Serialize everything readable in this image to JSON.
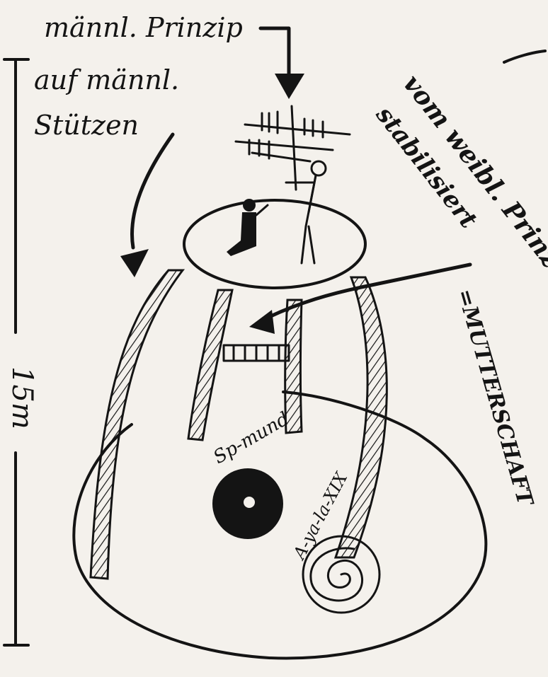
{
  "annotations": {
    "male_principle_line1": "männl. Prinzip",
    "male_principle_line2": "auf männl.",
    "male_principle_line3": "Stützen",
    "female_principle_line1": "vom weibl. Prinzip",
    "female_principle_line2": "stabilisiert",
    "womb_line": "=MUTTERSCHAFT",
    "height_label": "15m",
    "left_circle_label": "Sp-mund",
    "right_circle_label": "A-ya-la-XIX"
  },
  "colors": {
    "ink": "#141414",
    "paper": "#f4f1ec"
  }
}
